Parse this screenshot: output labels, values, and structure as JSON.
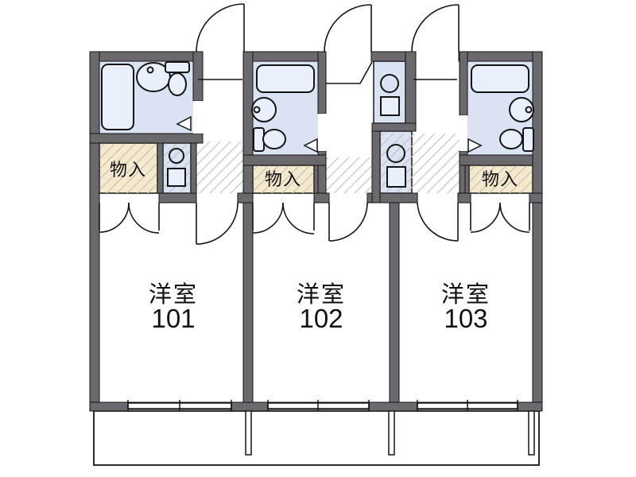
{
  "units": [
    {
      "id": "101",
      "room_label": "洋室",
      "room_number": "101",
      "storage_label": "物入"
    },
    {
      "id": "102",
      "room_label": "洋室",
      "room_number": "102",
      "storage_label": "物入"
    },
    {
      "id": "103",
      "room_label": "洋室",
      "room_number": "103",
      "storage_label": "物入"
    }
  ],
  "colors": {
    "wall": "#6a6a6e",
    "bathroom_floor": "#d9e3f3",
    "fixture": "#e9effb",
    "storage": "#f6e8ca",
    "hatch": "#c3c3c3",
    "line": "#141414",
    "background": "#ffffff"
  }
}
